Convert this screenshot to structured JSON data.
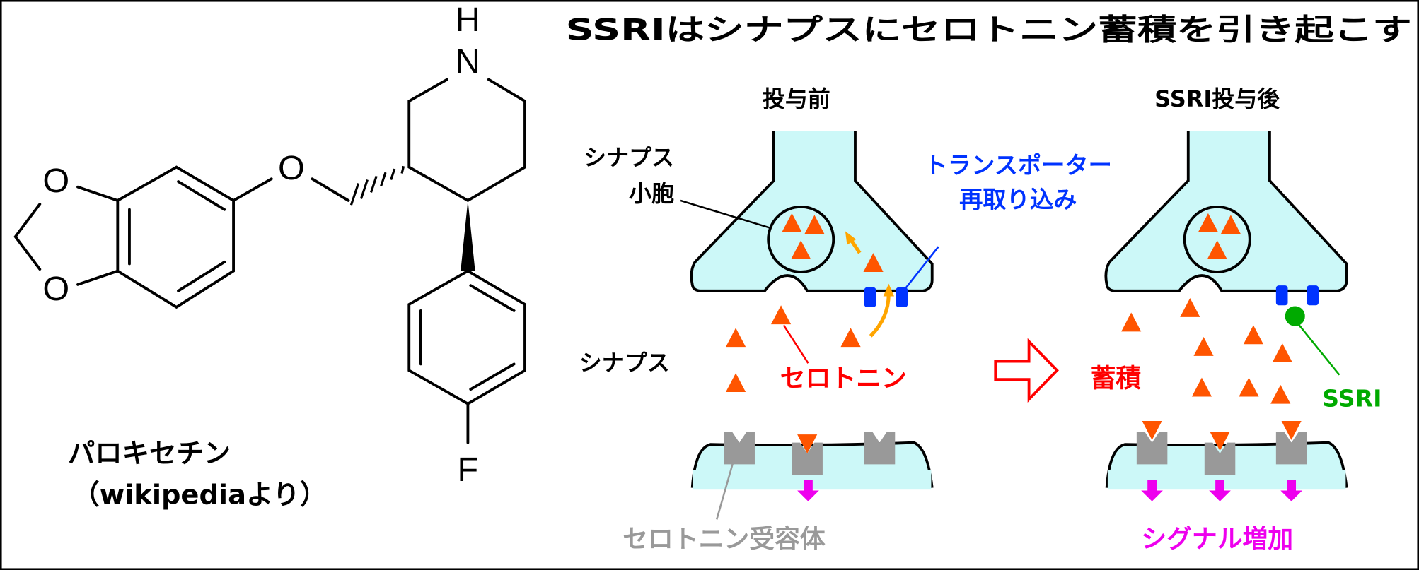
{
  "molecule": {
    "name": "パロキセチン",
    "source": "（wikipediaより）",
    "atoms": {
      "h": "H",
      "n": "N",
      "o1": "O",
      "o2": "O",
      "o3": "O",
      "f": "F"
    }
  },
  "diagram": {
    "title": "SSRIはシナプスにセロトニン蓄積を引き起こす",
    "before_label": "投与前",
    "after_label": "SSRI投与後",
    "vesicle_label_1": "シナプス",
    "vesicle_label_2": "小胞",
    "transporter_label_1": "トランスポーター",
    "transporter_label_2": "再取り込み",
    "synapse_label": "シナプス",
    "serotonin_label": "セロトニン",
    "receptor_label": "セロトニン受容体",
    "accumulation_label": "蓄積",
    "ssri_label": "SSRI",
    "signal_label": "シグナル増加"
  },
  "colors": {
    "cell_fill": "#ccf8f8",
    "serotonin": "#ff5500",
    "transporter": "#0033ff",
    "ssri": "#00aa00",
    "signal": "#ee00ee",
    "receptor": "#999999",
    "reuptake_arrow": "#ffa500"
  }
}
